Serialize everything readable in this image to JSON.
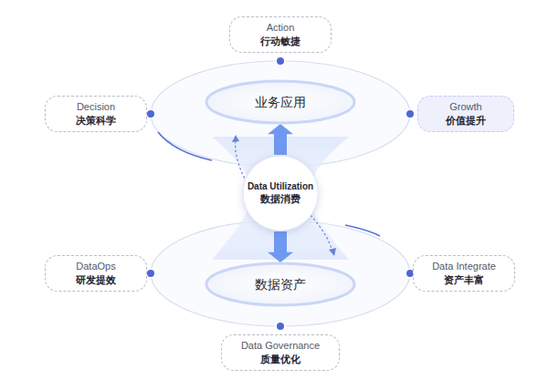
{
  "diagram": {
    "nodes": [
      {
        "text": [
          "Action",
          "行动敏捷"
        ]
      },
      {
        "text": [
          "Decision",
          "决策科学"
        ]
      },
      {
        "text": [
          "业务应用"
        ]
      },
      {
        "text": [
          "Growth",
          "价值提升"
        ]
      },
      {
        "text": [
          "Data Utilization",
          "数据消费"
        ]
      },
      {
        "text": [
          "DataOps",
          "研发提效"
        ]
      },
      {
        "text": [
          "数据资产"
        ]
      },
      {
        "text": [
          "Data Integrate",
          "资产丰富"
        ]
      },
      {
        "text": [
          "Data Governance",
          "质量优化"
        ]
      }
    ],
    "edges": [
      {
        "from": 4,
        "to": 2,
        "arrow": "to"
      },
      {
        "from": 4,
        "to": 6,
        "arrow": "to"
      }
    ]
  }
}
